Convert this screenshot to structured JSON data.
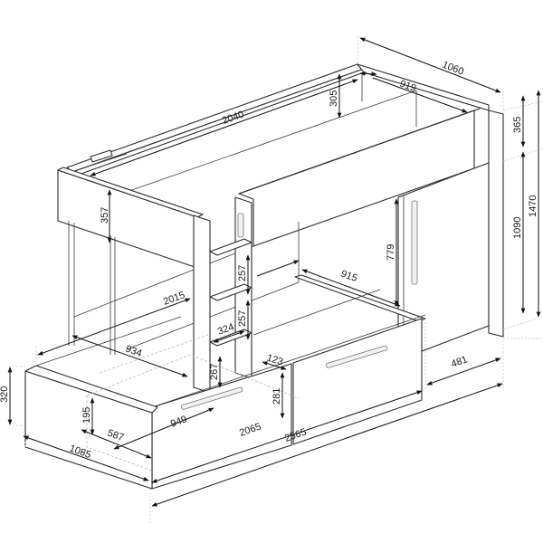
{
  "diagram": {
    "subject": "bunk bed with pull-out trundle, side wardrobe and ladder",
    "units": "mm",
    "line_color": "#2b2b2b",
    "dimension_color": "#111111",
    "background": "#ffffff"
  },
  "dimensions": {
    "overall_depth_top": "1060",
    "inner_depth_top": "919",
    "top_bed_length": "2040",
    "top_guard_height": "305",
    "top_front_guard_height": "357",
    "wardrobe_top_offset": "365",
    "wardrobe_height": "1090",
    "overall_height": "1470",
    "lower_clearance_height": "779",
    "lower_bed_depth": "915",
    "ladder_step_upper": "257",
    "ladder_step_lower": "257",
    "ladder_width": "324",
    "lower_bed_length": "2015",
    "trundle_inner_width": "934",
    "ladder_bottom_height": "267",
    "ladder_offset": "123",
    "drawer_height": "281",
    "trundle_height": "320",
    "trundle_inner_height": "195",
    "trundle_drawer_length": "949",
    "trundle_inner_depth": "587",
    "trundle_extended_depth": "1085",
    "base_length": "2065",
    "overall_length": "2565",
    "wardrobe_depth": "481"
  }
}
